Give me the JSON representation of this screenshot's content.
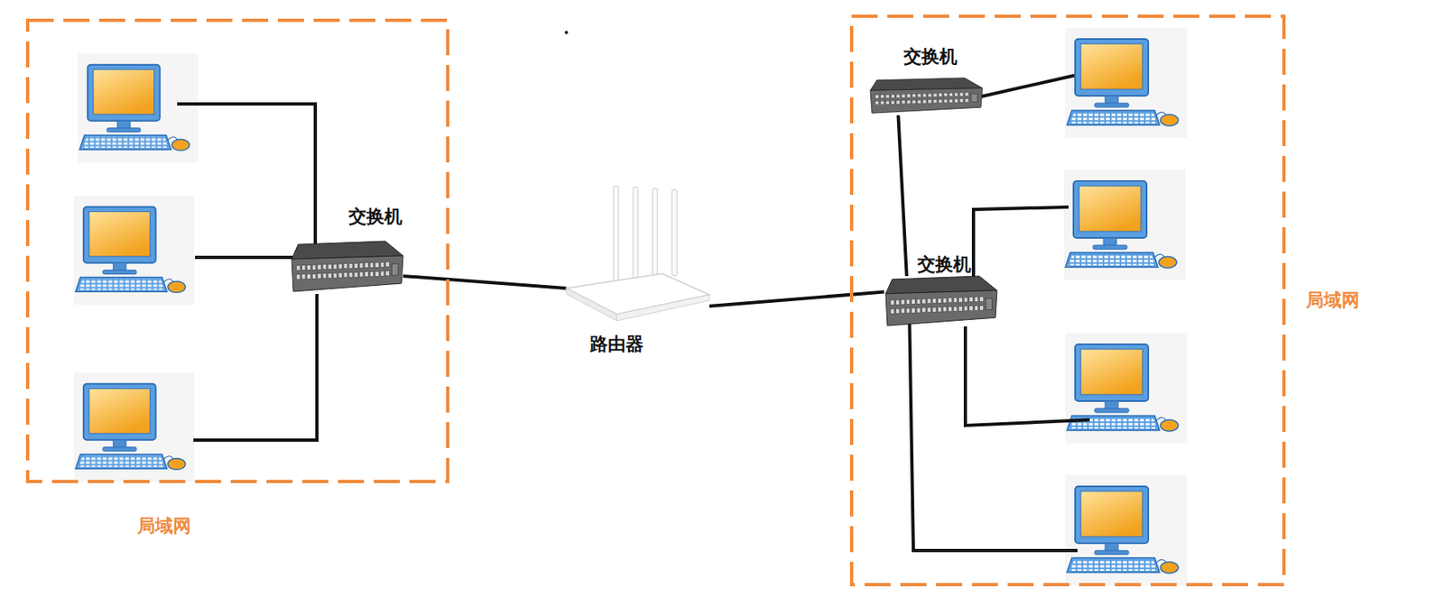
{
  "diagram": {
    "nodes": [
      {
        "text": [
          "局域网"
        ]
      },
      {
        "text": [
          "交换机"
        ],
        "in": 0
      },
      {
        "text": [
          "路由器"
        ]
      },
      {
        "text": [
          "局域网"
        ]
      },
      {
        "text": [
          "交换机"
        ],
        "in": 3
      },
      {
        "text": [
          "交换机"
        ],
        "in": 3
      }
    ],
    "edges": [
      {
        "from": 1,
        "to": 2,
        "arrow": "none"
      },
      {
        "from": 2,
        "to": 5,
        "arrow": "none"
      },
      {
        "from": 4,
        "to": 5,
        "arrow": "none"
      }
    ]
  }
}
